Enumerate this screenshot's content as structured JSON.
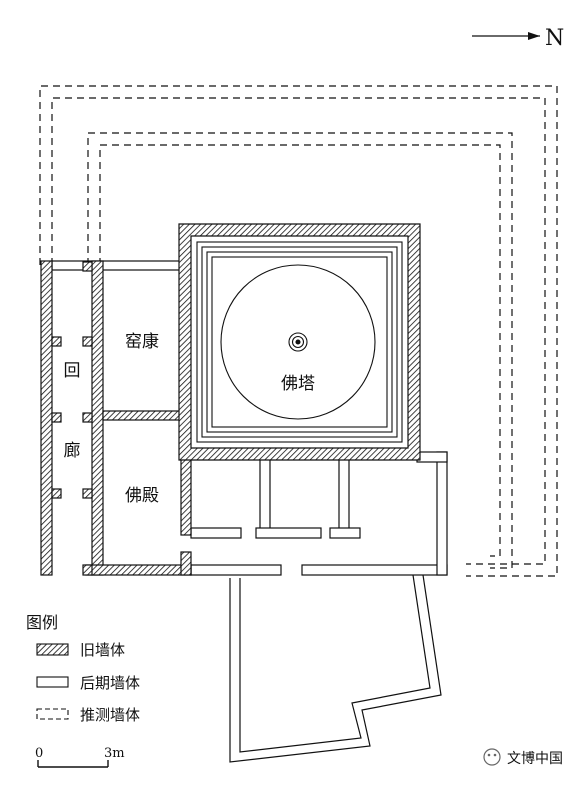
{
  "north_label": "N",
  "rooms": {
    "pagoda": "佛塔",
    "yaokang": "窑康",
    "hall": "佛殿",
    "corridor_1": "回",
    "corridor_2": "廊"
  },
  "legend": {
    "title": "图例",
    "old_wall": "旧墙体",
    "later_wall": "后期墙体",
    "inferred_wall": "推测墙体"
  },
  "scale": {
    "start": "0",
    "end": "3m"
  },
  "watermark": "文博中国",
  "colors": {
    "ink": "#111111",
    "background": "#ffffff"
  }
}
